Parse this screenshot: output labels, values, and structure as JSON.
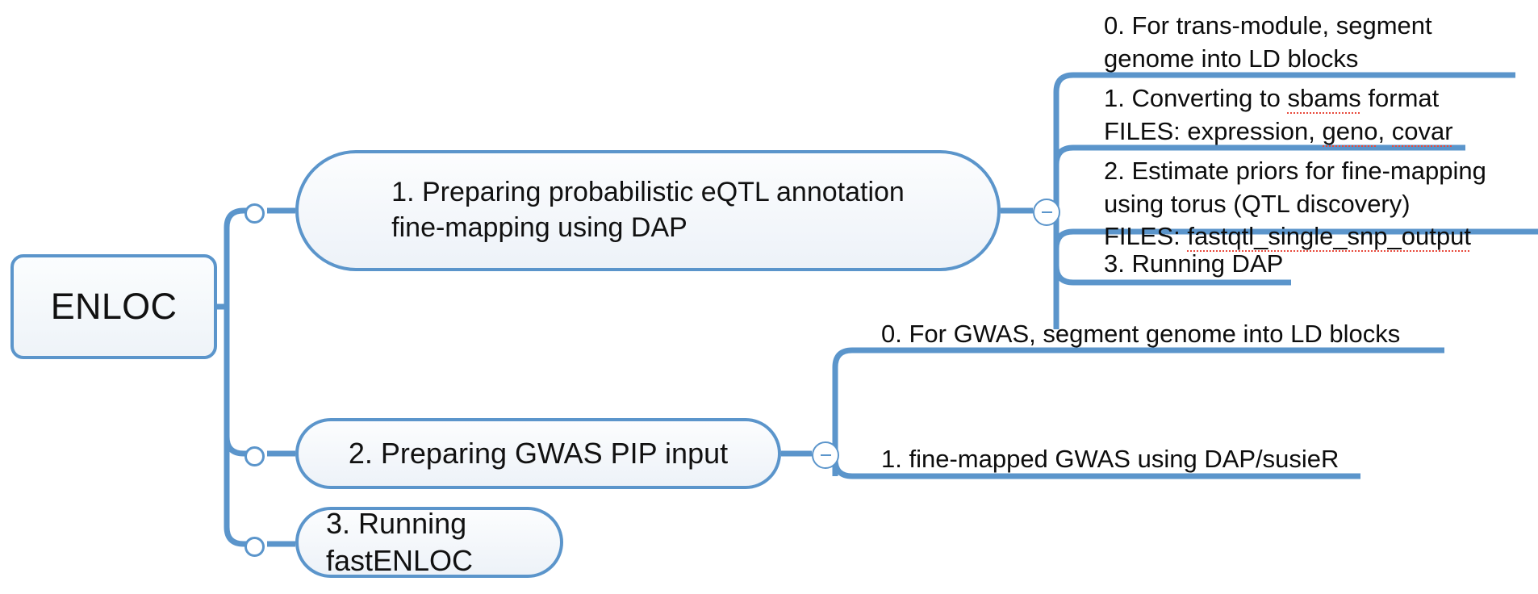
{
  "diagram": {
    "type": "mind-map",
    "title": "ENLOC",
    "colors": {
      "branch_stroke": "#5b95cb",
      "node_fill_top": "#fcfdfe",
      "node_fill_bottom": "#edf2f8",
      "text": "#0d0d0d",
      "spellcheck_squiggle": "#e8493b",
      "background": "#ffffff"
    }
  },
  "root": {
    "label": "ENLOC"
  },
  "branches": [
    {
      "id": "branch-1",
      "label": "1. Preparing probabilistic eQTL annotation\nfine-mapping using DAP",
      "collapse_state": "expanded",
      "collapse_glyph": "minus",
      "children": [
        {
          "id": "branch-1-child-0",
          "label": "0. For trans-module, segment\ngenome into LD blocks",
          "misspelled": []
        },
        {
          "id": "branch-1-child-1",
          "label": "1. Converting to sbams format\nFILES: expression, geno, covar",
          "misspelled": [
            "sbams",
            "geno",
            "covar"
          ]
        },
        {
          "id": "branch-1-child-2",
          "label": "2. Estimate priors for fine-mapping\nusing torus (QTL discovery)\nFILES: fastqtl_single_snp_output",
          "misspelled": [
            "fastqtl_single_snp_output"
          ]
        },
        {
          "id": "branch-1-child-3",
          "label": "3. Running DAP",
          "misspelled": []
        }
      ]
    },
    {
      "id": "branch-2",
      "label": "2. Preparing GWAS PIP input",
      "collapse_state": "expanded",
      "collapse_glyph": "minus",
      "children": [
        {
          "id": "branch-2-child-0",
          "label": "0. For GWAS, segment genome into LD blocks",
          "misspelled": []
        },
        {
          "id": "branch-2-child-1",
          "label": "1. fine-mapped GWAS using DAP/susieR",
          "misspelled": []
        }
      ]
    },
    {
      "id": "branch-3",
      "label": "3. Running fastENLOC",
      "collapse_state": "leaf",
      "children": []
    }
  ]
}
